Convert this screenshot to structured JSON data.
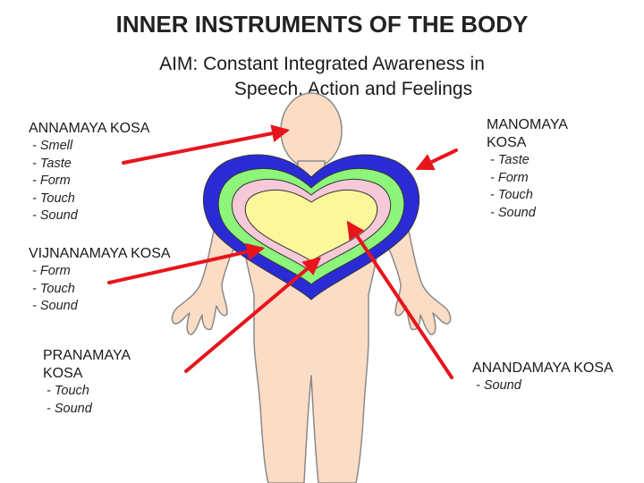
{
  "title": "INNER INSTRUMENTS OF THE BODY",
  "aim": {
    "line1": "AIM:  Constant Integrated Awareness in",
    "line2": "Speech, Action and Feelings"
  },
  "kosas": {
    "annamaya": {
      "name": "ANNAMAYA KOSA",
      "items": [
        "Smell",
        "Taste",
        "Form",
        "Touch",
        "Sound"
      ]
    },
    "manomaya": {
      "name_line1": "MANOMAYA",
      "name_line2": "KOSA",
      "items": [
        "Taste",
        "Form",
        "Touch",
        "Sound"
      ]
    },
    "vijnanamaya": {
      "name": "VIJNANAMAYA KOSA",
      "items": [
        "Form",
        "Touch",
        "Sound"
      ]
    },
    "pranamaya": {
      "name_line1": "PRANAMAYA",
      "name_line2": "KOSA",
      "items": [
        "Touch",
        "Sound"
      ]
    },
    "anandamaya": {
      "name": "ANANDAMAYA KOSA",
      "items": [
        "Sound"
      ]
    }
  },
  "colors": {
    "body_fill": "#fbdcc4",
    "body_stroke": "#8a8a8a",
    "layer_outer": "#2b2bd6",
    "layer_2": "#8cf57a",
    "layer_3": "#f6c9d8",
    "layer_inner": "#fbf79a",
    "arrow": "#e8141c"
  }
}
